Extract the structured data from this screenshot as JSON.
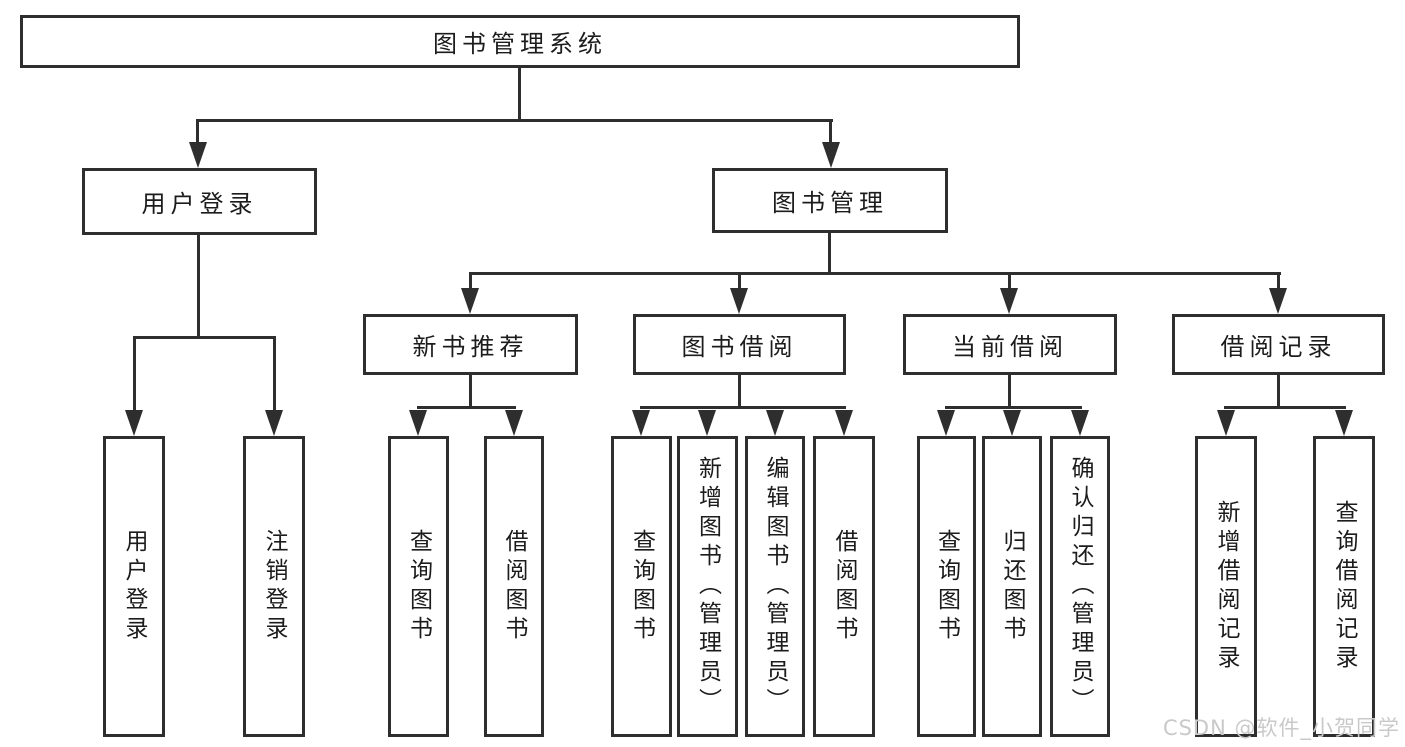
{
  "tree": {
    "root": {
      "label": "图书管理系统"
    },
    "branches": [
      {
        "label": "用户登录",
        "children": [
          {
            "label": "用户登录"
          },
          {
            "label": "注销登录"
          }
        ]
      },
      {
        "label": "图书管理",
        "children": [
          {
            "label": "新书推荐",
            "children": [
              {
                "label": "查询图书"
              },
              {
                "label": "借阅图书"
              }
            ]
          },
          {
            "label": "图书借阅",
            "children": [
              {
                "label": "查询图书"
              },
              {
                "label": "新增图书（管理员）"
              },
              {
                "label": "编辑图书（管理员）"
              },
              {
                "label": "借阅图书"
              }
            ]
          },
          {
            "label": "当前借阅",
            "children": [
              {
                "label": "查询图书"
              },
              {
                "label": "归还图书"
              },
              {
                "label": "确认归还（管理员）"
              }
            ]
          },
          {
            "label": "借阅记录",
            "children": [
              {
                "label": "新增借阅记录"
              },
              {
                "label": "查询借阅记录"
              }
            ]
          }
        ]
      }
    ]
  },
  "watermark": "CSDN @软件_小贺同学",
  "colors": {
    "line": "#2e2e2e",
    "text": "#1c1c1c",
    "watermark": "#c9c9c9",
    "background": "#ffffff"
  }
}
